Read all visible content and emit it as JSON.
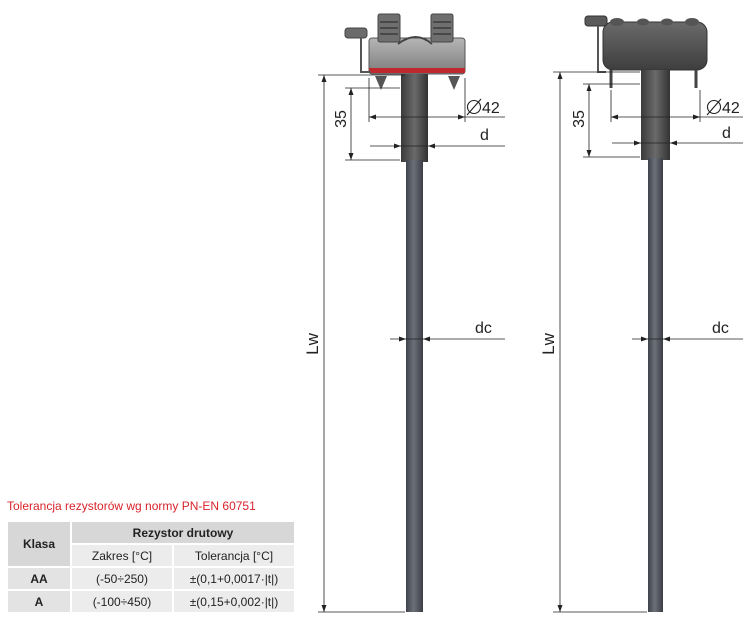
{
  "tolerance": {
    "title": "Tolerancja rezystorów wg normy PN-EN 60751",
    "header_class": "Klasa",
    "header_group": "Rezystor drutowy",
    "header_range": "Zakres [°C]",
    "header_tolerance": "Tolerancja [°C]",
    "rows": [
      {
        "klasa": "AA",
        "zakres": "(-50÷250)",
        "tolerancja": "±(0,1+0,0017·|t|)"
      },
      {
        "klasa": "A",
        "zakres": "(-100÷450)",
        "tolerancja": "±(0,15+0,002·|t|)"
      }
    ]
  },
  "drawing": {
    "left": {
      "dim_35": "35",
      "dim_phi": "42",
      "dim_d": "d",
      "dim_dc": "dc",
      "dim_lw": "Lw"
    },
    "right": {
      "dim_35": "35",
      "dim_phi": "42",
      "dim_d": "d",
      "dim_dc": "dc",
      "dim_lw": "Lw"
    }
  },
  "colors": {
    "title_red": "#d8232a",
    "rod": "#5b5f68",
    "head_grey": "#8a8a8a",
    "seal_red": "#c0282d"
  }
}
